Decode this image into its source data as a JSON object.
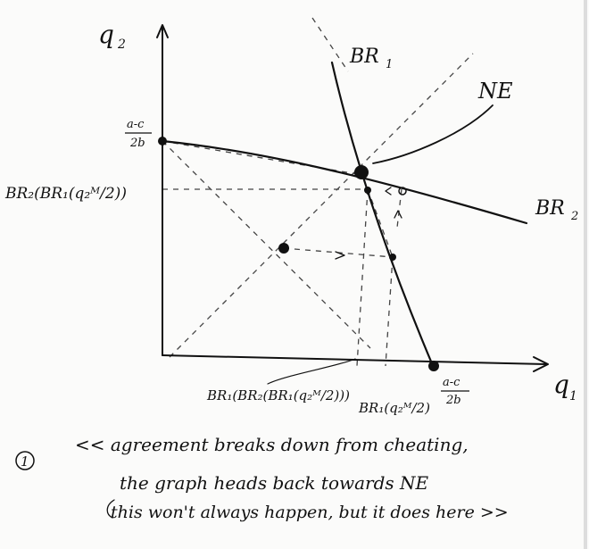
{
  "axes": {
    "y_label": "q",
    "y_sub": "2",
    "x_label": "q",
    "x_sub": "1"
  },
  "curves": {
    "br1": "BR",
    "br1_sub": "1",
    "br2": "BR",
    "br2_sub": "2",
    "ne": "NE"
  },
  "intercepts": {
    "y_num": "a-c",
    "y_den": "2b",
    "x_num": "a-c",
    "x_den": "2b"
  },
  "labels": {
    "left": "BR₂(BR₁(q₂ᴹ/2))",
    "bottom_left": "BR₁(BR₂(BR₁(q₂ᴹ/2)))",
    "bottom_right": "BR₁(q₂ᴹ/2)"
  },
  "notes": {
    "number": "1",
    "line1": "<< agreement breaks down from cheating,",
    "line2": "the graph heads back towards NE",
    "line3": "this won't always happen, but it does here >>"
  }
}
